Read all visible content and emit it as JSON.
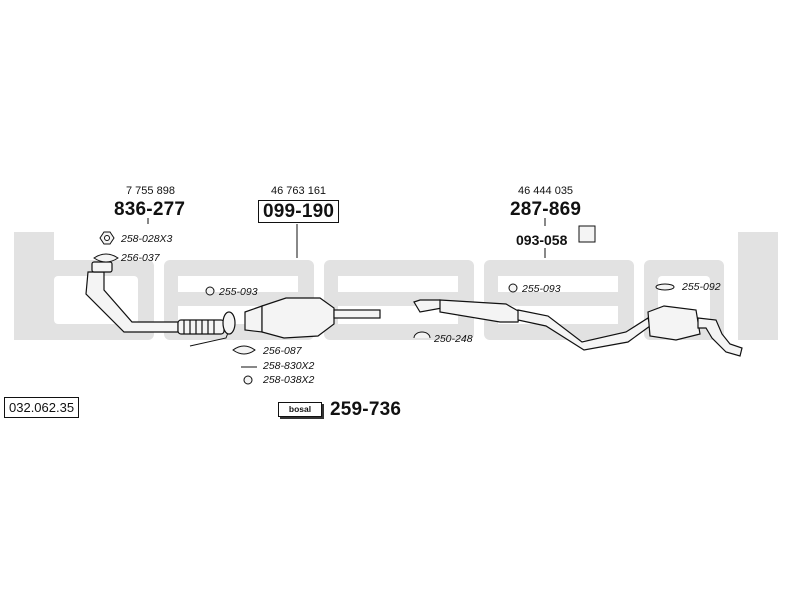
{
  "reference": "032.062.35",
  "logo_badge": "bosal",
  "watermark": "bosal",
  "groups": [
    {
      "oe_number": "7 755 898",
      "part_number": "836-277"
    },
    {
      "oe_number": "46 763 161",
      "part_number": "099-190"
    },
    {
      "oe_number": "46 444 035",
      "part_number": "287-869"
    }
  ],
  "parts": {
    "p093_058": "093-058",
    "p259_736": "259-736",
    "p258_028x3": "258-028X3",
    "p256_037": "256-037",
    "p255_093_a": "255-093",
    "p256_087": "256-087",
    "p258_830x2": "258-830X2",
    "p258_038x2": "258-038X2",
    "p255_093_b": "255-093",
    "p250_248": "250-248",
    "p255_092": "255-092"
  },
  "colors": {
    "line": "#111111",
    "watermark": "#e2e2e2",
    "fill": "#f4f4f4"
  }
}
